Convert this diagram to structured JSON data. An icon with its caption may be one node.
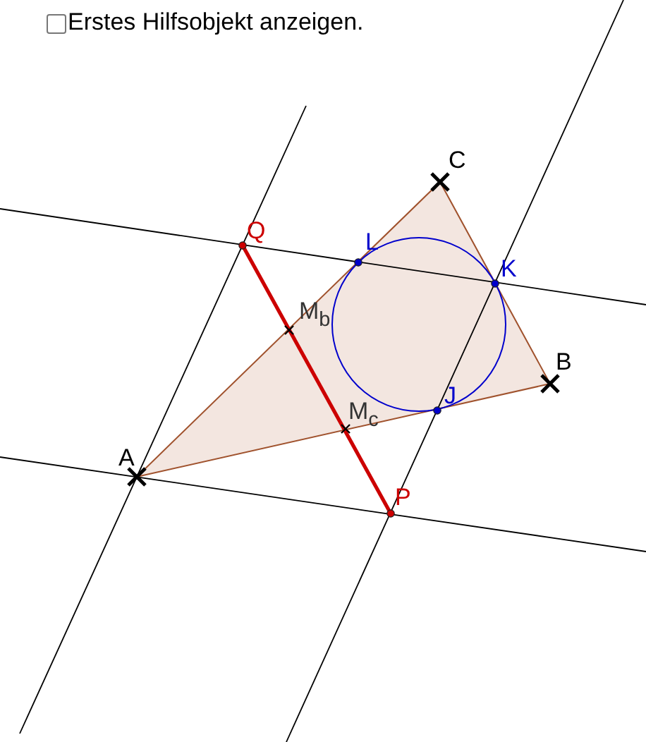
{
  "diagram": {
    "labels": [
      "Erstes Hilfsobjekt anzeigen.",
      "C",
      "Q",
      "L",
      "K",
      "M$_{b}$",
      "B",
      "J",
      "A",
      "M$_{c}$",
      "P"
    ]
  }
}
